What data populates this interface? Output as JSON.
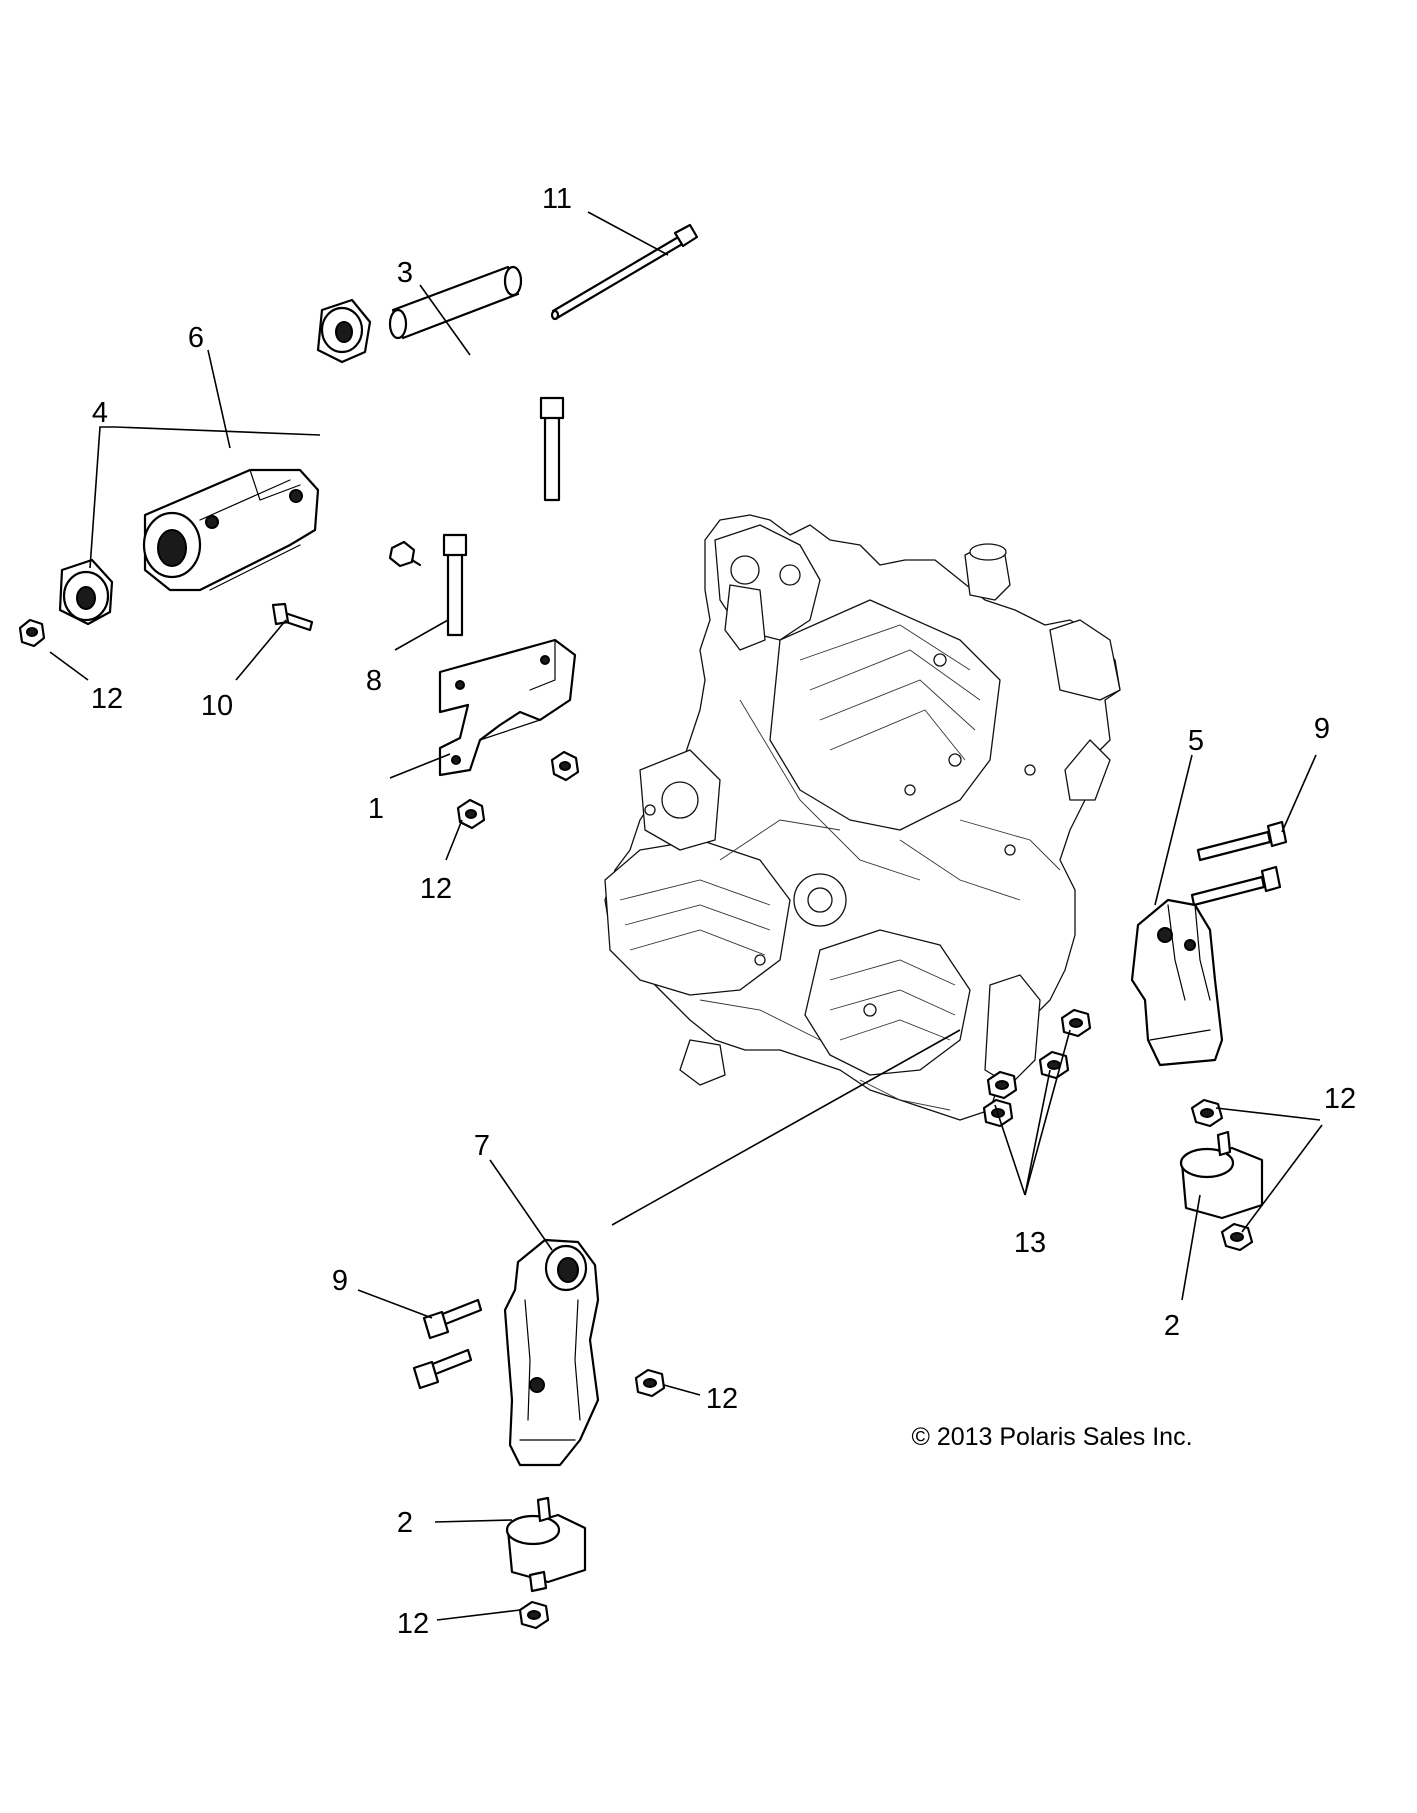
{
  "copyright": "© 2013 Polaris Sales Inc.",
  "callouts": {
    "c11": "11",
    "c3": "3",
    "c6": "6",
    "c4": "4",
    "c12_topleft": "12",
    "c10": "10",
    "c8": "8",
    "c1": "1",
    "c12_under1": "12",
    "c5": "5",
    "c9_right": "9",
    "c12_right": "12",
    "c13": "13",
    "c2_right": "2",
    "c7": "7",
    "c9_left": "9",
    "c12_by7": "12",
    "c2_bottom": "2",
    "c12_bottom": "12"
  },
  "icons": {
    "engine": "engine-assembly-icon",
    "bracket": "mount-bracket-icon",
    "bolt": "hex-bolt-icon",
    "nut": "flange-nut-icon",
    "bushing": "rubber-bushing-icon",
    "isolator": "rubber-isolator-mount-icon"
  }
}
